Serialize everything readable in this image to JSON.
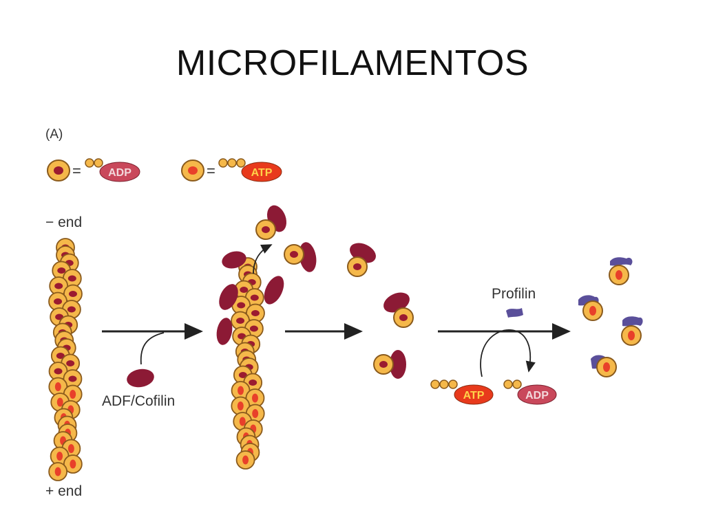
{
  "slide": {
    "title": "MICROFILAMENTOS"
  },
  "diagram": {
    "panel_label": "(A)",
    "legend": {
      "adp": "ADP",
      "atp": "ATP",
      "equals": "="
    },
    "minus_end": "− end",
    "plus_end": "+ end",
    "adf_cofilin": "ADF/Cofilin",
    "profilin": "Profilin",
    "atp": "ATP",
    "adp": "ADP"
  },
  "colors": {
    "actin_fill": "#f5b84a",
    "actin_stroke": "#8a5a1c",
    "adp_core": "#9b1b30",
    "atp_core": "#e8402a",
    "cofilin": "#8c1a35",
    "profilin": "#5a4f9a",
    "adp_pill": "#c9485b",
    "atp_pill": "#e83a1c",
    "arrow": "#222222"
  }
}
